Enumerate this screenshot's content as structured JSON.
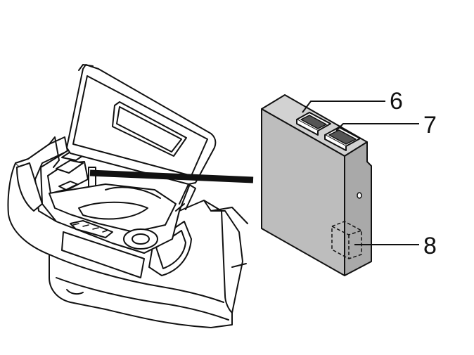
{
  "diagram": {
    "callouts": [
      {
        "label": "6"
      },
      {
        "label": "7"
      },
      {
        "label": "8"
      }
    ]
  },
  "colors": {
    "line": "#111111",
    "module_front": "#bdbdbd",
    "module_side": "#a9a9a9",
    "module_top": "#d2d2d2",
    "background": "#ffffff"
  }
}
